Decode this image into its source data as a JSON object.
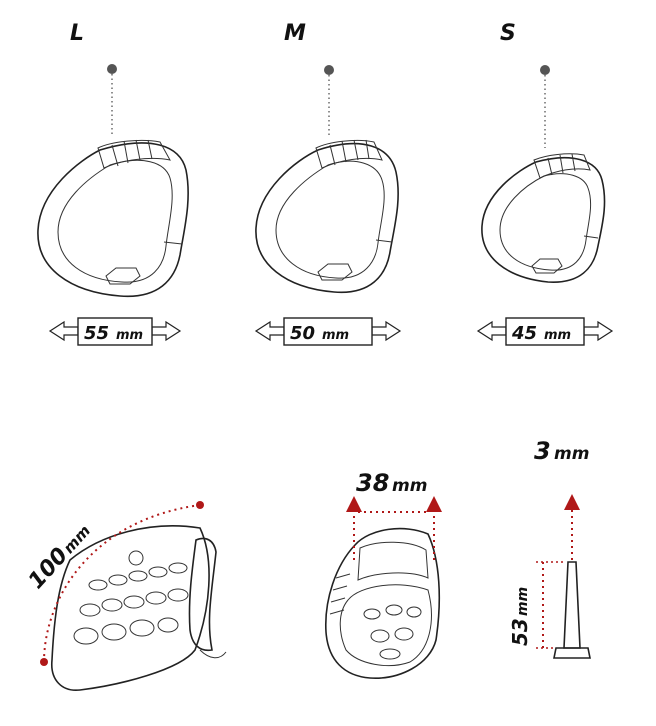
{
  "sizes": [
    {
      "letter": "L",
      "width_value": "55",
      "width_unit": "mm"
    },
    {
      "letter": "M",
      "width_value": "50",
      "width_unit": "mm"
    },
    {
      "letter": "S",
      "width_value": "45",
      "width_unit": "mm"
    }
  ],
  "cage": {
    "length_value": "100",
    "length_unit": "mm"
  },
  "head": {
    "width_value": "38",
    "width_unit": "mm"
  },
  "plug": {
    "diameter_value": "3",
    "diameter_unit": "mm",
    "length_value": "53",
    "length_unit": "mm"
  },
  "colors": {
    "accent_red": "#b01818",
    "line": "#222222",
    "pin_dot": "#555555"
  }
}
